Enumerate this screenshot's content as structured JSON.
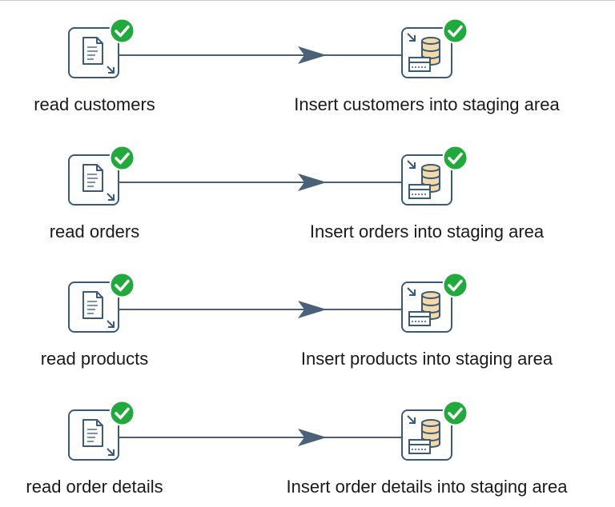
{
  "canvas": {
    "flows": [
      {
        "input_step": {
          "label": "read customers",
          "status": "success"
        },
        "output_step": {
          "label": "Insert customers into staging area",
          "status": "success"
        }
      },
      {
        "input_step": {
          "label": "read orders",
          "status": "success"
        },
        "output_step": {
          "label": "Insert orders into staging area",
          "status": "success"
        }
      },
      {
        "input_step": {
          "label": "read products",
          "status": "success"
        },
        "output_step": {
          "label": "Insert products into staging area",
          "status": "success"
        }
      },
      {
        "input_step": {
          "label": "read order details",
          "status": "success"
        },
        "output_step": {
          "label": "Insert order details into staging area",
          "status": "success"
        }
      }
    ]
  },
  "icons": {
    "input_step": "text-file-input-icon",
    "output_step": "table-output-icon",
    "status": "checkmark-success-icon",
    "hop": "hop-arrow-icon"
  },
  "colors": {
    "step_border": "#3a5a78",
    "hop_line": "#4a6278",
    "success_badge": "#22a93d",
    "db_cylinder": "#f5d9a8"
  }
}
